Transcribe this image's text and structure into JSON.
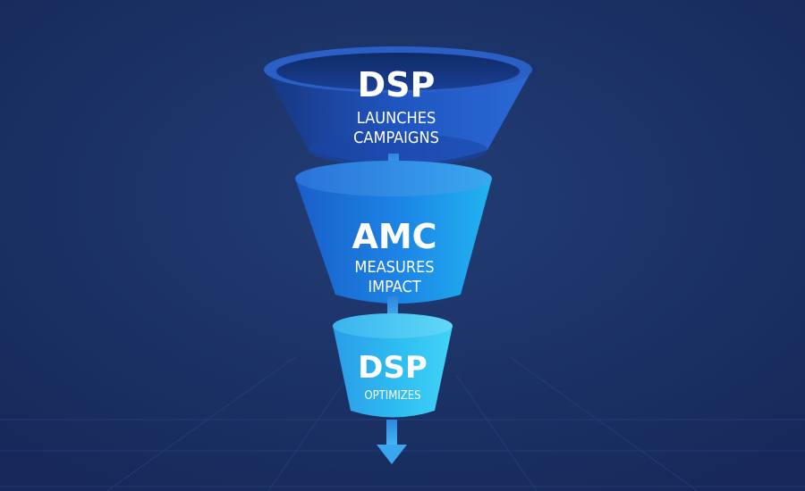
{
  "stages": [
    {
      "title": "DSP",
      "line1": "LAUNCHES",
      "line2": "CAMPAIGNS"
    },
    {
      "title": "AMC",
      "line1": "MEASURES",
      "line2": "IMPACT"
    },
    {
      "title": "DSP",
      "line1": "OPTIMIZES"
    }
  ],
  "colors": {
    "background": "#1b3160",
    "top_stage": "#1d4fb0",
    "middle_stage": "#1a78e0",
    "bottom_stage": "#2ab6ee",
    "arrow": "#3aa6f0"
  }
}
